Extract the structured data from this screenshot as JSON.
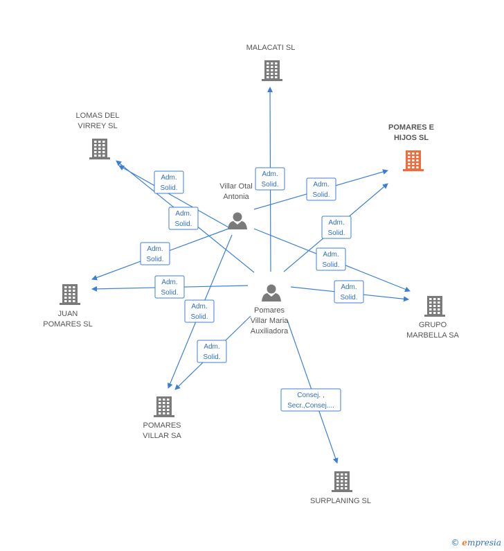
{
  "colors": {
    "edge": "#3b7fd4",
    "building": "#7a7a7a",
    "building_highlight": "#f26b3a",
    "person": "#7a7a7a"
  },
  "nodes": [
    {
      "id": "malacati",
      "type": "company",
      "lines": [
        "MALACATI SL"
      ]
    },
    {
      "id": "lomas",
      "type": "company",
      "lines": [
        "LOMAS DEL",
        "VIRREY SL"
      ]
    },
    {
      "id": "pomares_hijos",
      "type": "company",
      "highlight": true,
      "lines": [
        "POMARES E",
        "HIJOS SL"
      ]
    },
    {
      "id": "villar",
      "type": "person",
      "lines": [
        "Villar Otal",
        "Antonia"
      ]
    },
    {
      "id": "pomares_maria",
      "type": "person",
      "lines": [
        "Pomares",
        "Villar Maria",
        "Auxiliadora"
      ]
    },
    {
      "id": "juan",
      "type": "company",
      "lines": [
        "JUAN",
        "POMARES SL"
      ]
    },
    {
      "id": "grupo",
      "type": "company",
      "lines": [
        "GRUPO",
        "MARBELLA SA"
      ]
    },
    {
      "id": "pomares_villar",
      "type": "company",
      "lines": [
        "POMARES",
        "VILLAR SA"
      ]
    },
    {
      "id": "surplaning",
      "type": "company",
      "lines": [
        "SURPLANING SL"
      ]
    }
  ],
  "edges": [
    {
      "from": "pomares_maria",
      "to": "malacati",
      "lines": [
        "Adm.",
        "Solid."
      ]
    },
    {
      "from": "villar",
      "to": "lomas",
      "lines": [
        "Adm.",
        "Solid."
      ]
    },
    {
      "from": "pomares_maria",
      "to": "lomas",
      "lines": [
        "Adm.",
        "Solid."
      ]
    },
    {
      "from": "villar",
      "to": "pomares_hijos",
      "lines": [
        "Adm.",
        "Solid."
      ]
    },
    {
      "from": "pomares_maria",
      "to": "pomares_hijos",
      "lines": [
        "Adm.",
        "Solid."
      ]
    },
    {
      "from": "villar",
      "to": "juan",
      "lines": [
        "Adm.",
        "Solid."
      ]
    },
    {
      "from": "pomares_maria",
      "to": "juan",
      "lines": [
        "Adm.",
        "Solid."
      ]
    },
    {
      "from": "villar",
      "to": "grupo",
      "lines": [
        "Adm.",
        "Solid."
      ]
    },
    {
      "from": "pomares_maria",
      "to": "grupo",
      "lines": [
        "Adm.",
        "Solid."
      ]
    },
    {
      "from": "villar",
      "to": "pomares_villar",
      "lines": [
        "Adm.",
        "Solid."
      ]
    },
    {
      "from": "pomares_maria",
      "to": "pomares_villar",
      "lines": [
        "Adm.",
        "Solid."
      ]
    },
    {
      "from": "pomares_maria",
      "to": "surplaning",
      "lines": [
        "Consej. ,",
        "Secr.,Consej...."
      ]
    }
  ],
  "watermark": {
    "copyright": "©",
    "brand_first": "e",
    "brand_rest": "mpresia"
  }
}
